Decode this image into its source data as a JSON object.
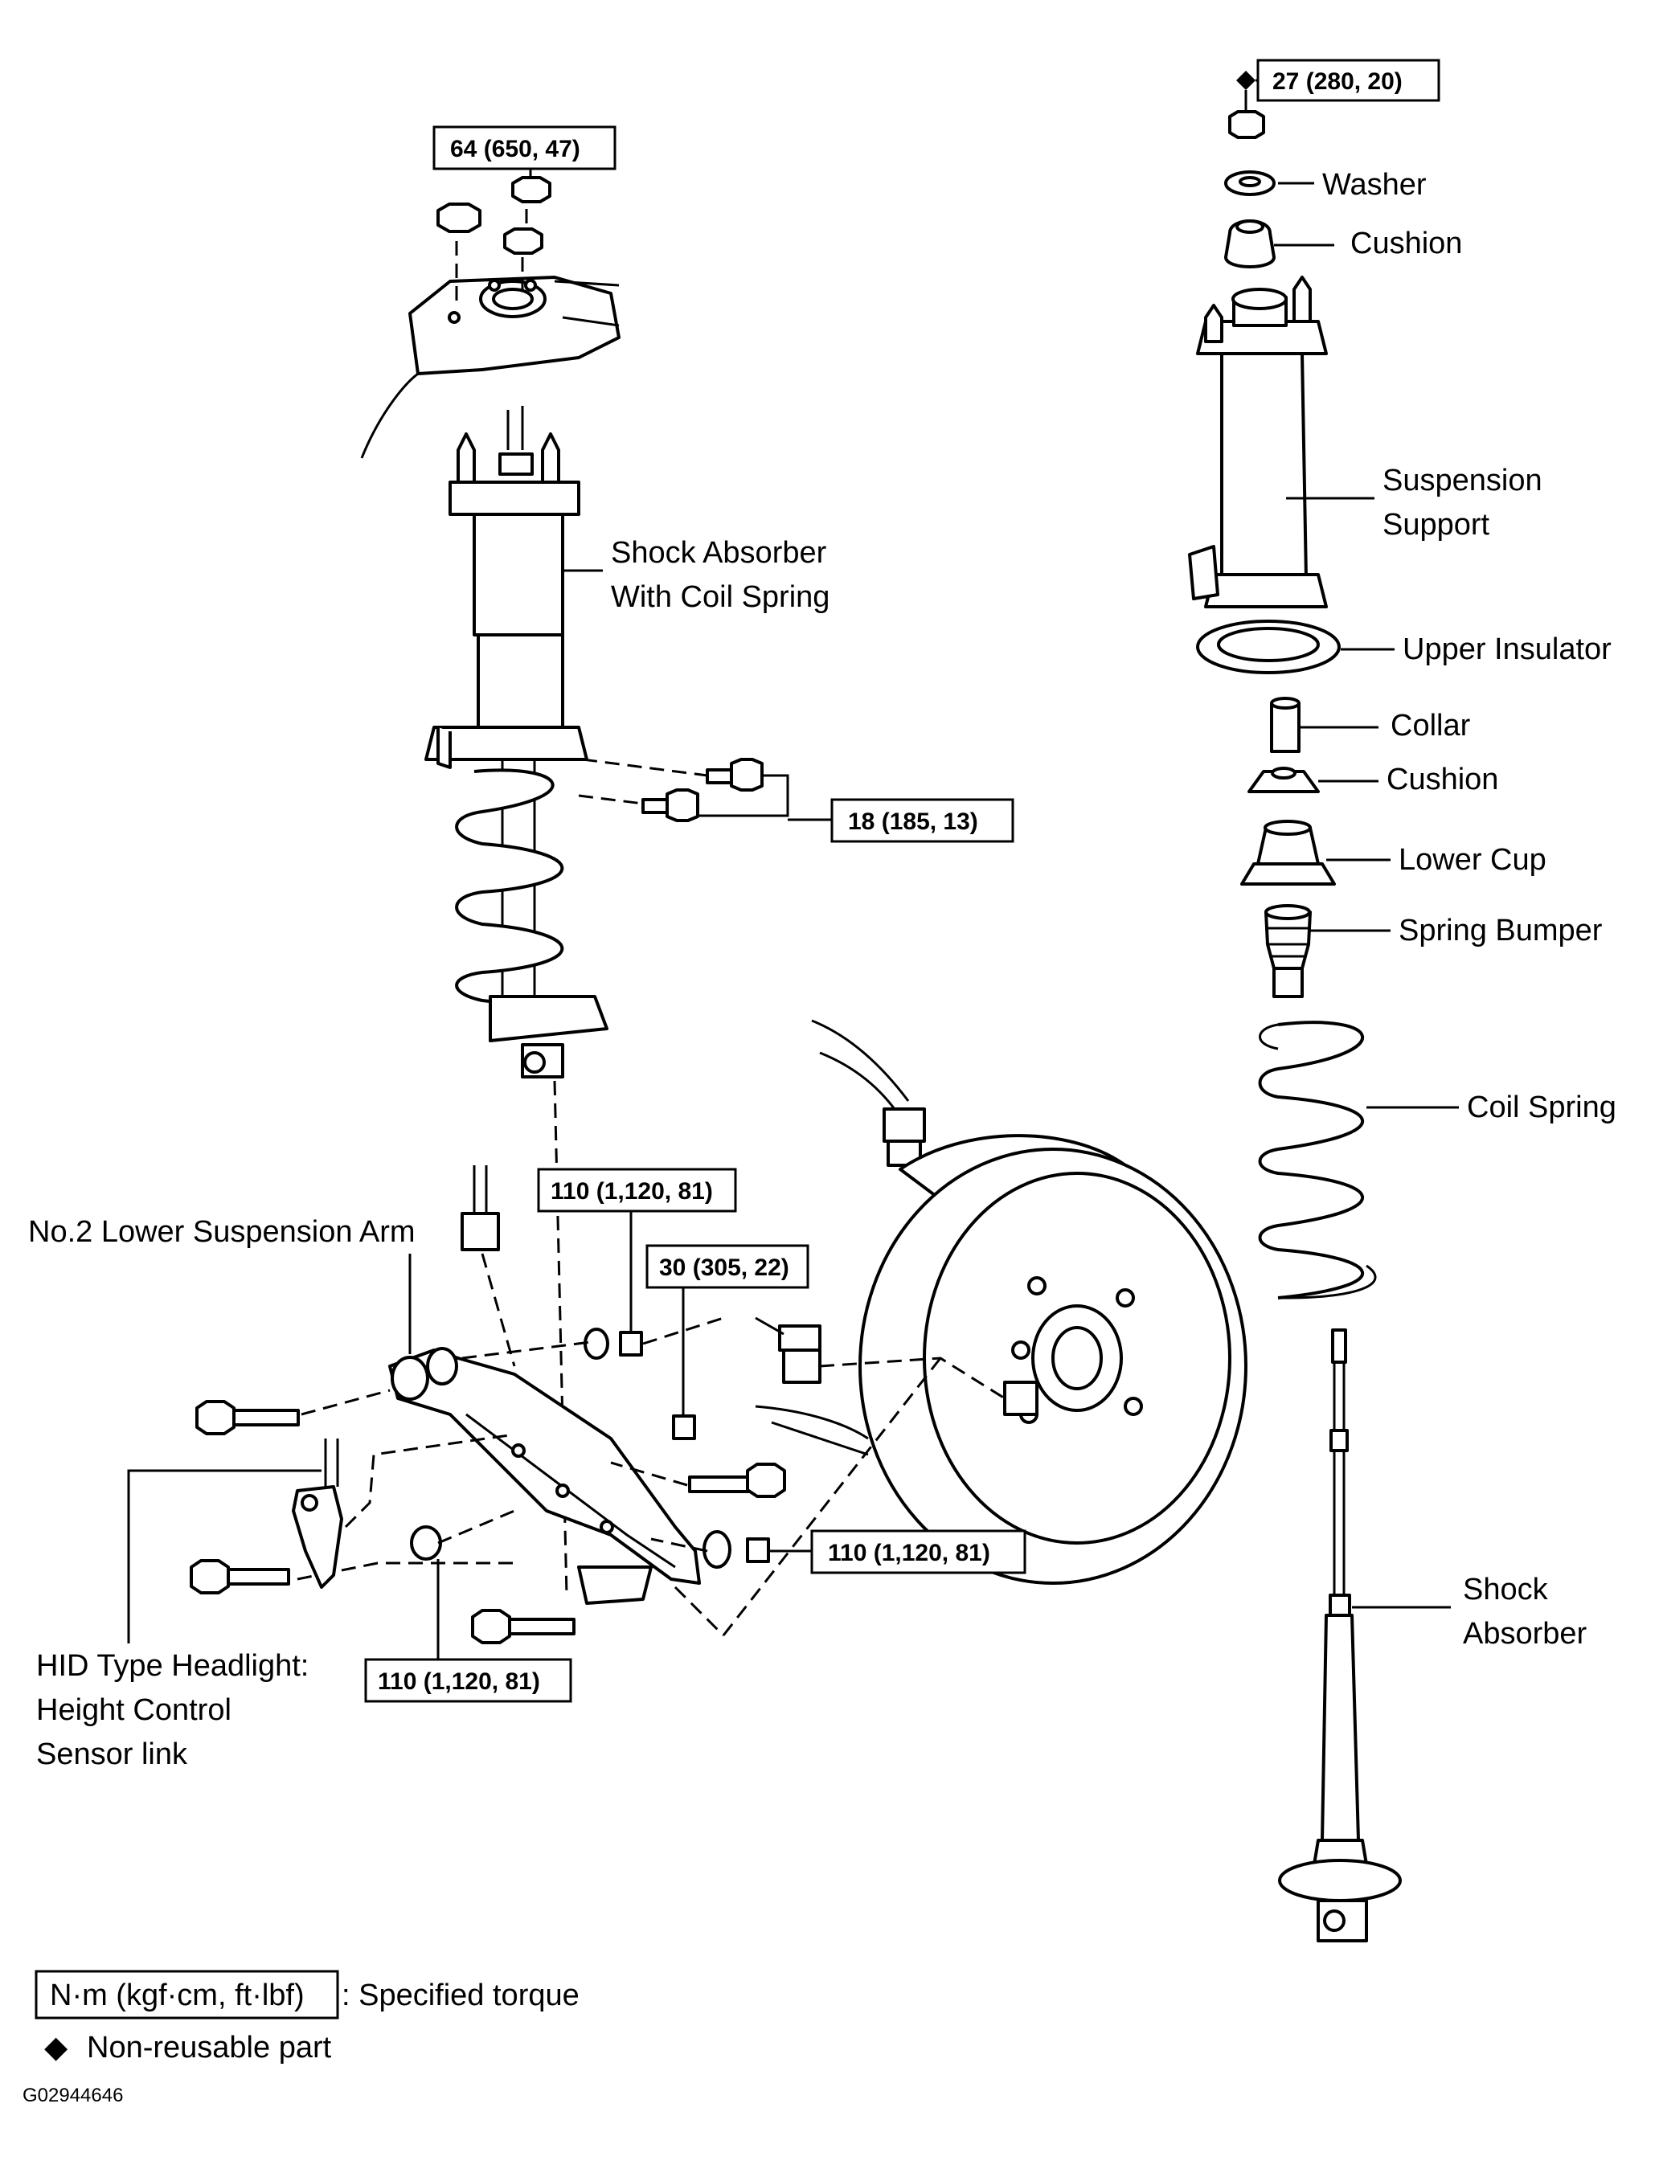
{
  "labels": {
    "shock_absorber_with_coil_spring": [
      "Shock Absorber",
      "With Coil Spring"
    ],
    "no2_lower_suspension_arm": "No.2 Lower Suspension Arm",
    "hid_sensor_link": [
      "HID Type Headlight:",
      "Height Control",
      "Sensor link"
    ],
    "washer": "Washer",
    "cushion_top": "Cushion",
    "suspension_support": [
      "Suspension",
      "Support"
    ],
    "upper_insulator": "Upper Insulator",
    "collar": "Collar",
    "cushion_lower": "Cushion",
    "lower_cup": "Lower Cup",
    "spring_bumper": "Spring Bumper",
    "coil_spring": "Coil Spring",
    "shock_absorber": [
      "Shock",
      "Absorber"
    ]
  },
  "torques": {
    "nut_top": "27 (280, 20)",
    "support_nuts": "64 (650, 47)",
    "bracket_bolts": "18 (185, 13)",
    "arm_inner_nut": "110 (1,120, 81)",
    "knuckle_nut": "30 (305, 22)",
    "arm_outer_nut": "110 (1,120, 81)",
    "arm_lower_bolt": "110 (1,120, 81)"
  },
  "legend": {
    "unit_box": "N·m (kgf·cm, ft·lbf)",
    "unit_desc": ": Specified torque",
    "non_reusable_symbol": "◆",
    "non_reusable_desc": "Non-reusable  part"
  },
  "figure_code": "G02944646"
}
